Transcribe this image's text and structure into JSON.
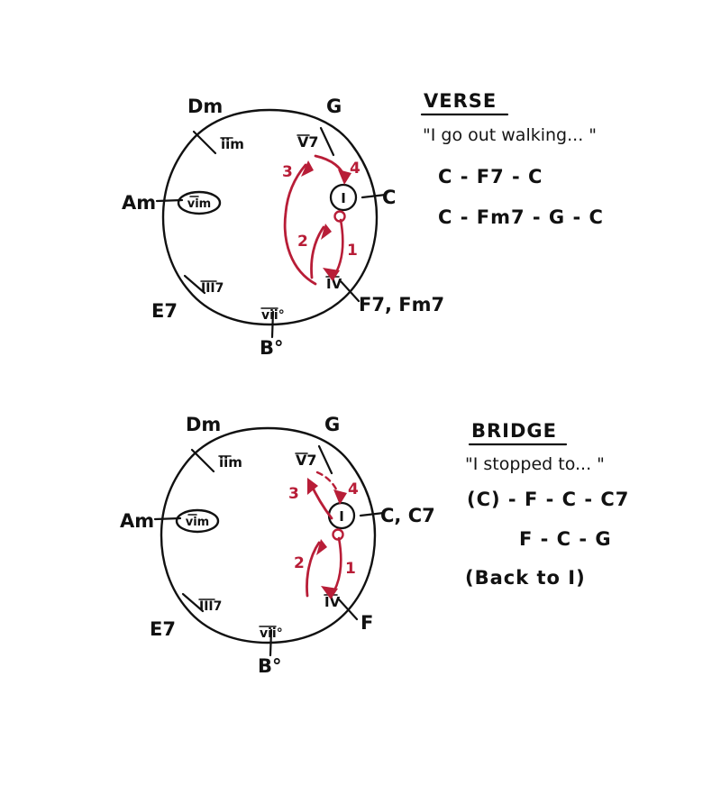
{
  "page": {
    "title": "Hand-drawn chord-wheel notes",
    "background_color": "#ffffff",
    "ink_color": "#111111",
    "accent_color": "#B81D37"
  },
  "sections": [
    {
      "id": "verse",
      "heading": "VERSE",
      "lyric": "\"I go out walking... \"",
      "progressions": [
        "C - F7 - C",
        "C - Fm7 - G - C"
      ],
      "wheel": {
        "degree_labels": [
          {
            "id": "ii",
            "text": "iim"
          },
          {
            "id": "V7",
            "text": "V7"
          },
          {
            "id": "I",
            "text": "I"
          },
          {
            "id": "IV",
            "text": "IV"
          },
          {
            "id": "vii",
            "text": "vii°"
          },
          {
            "id": "III7",
            "text": "III7"
          },
          {
            "id": "vi",
            "text": "vim"
          }
        ],
        "chord_labels": [
          {
            "id": "Dm",
            "text": "Dm"
          },
          {
            "id": "G",
            "text": "G"
          },
          {
            "id": "C",
            "text": "C"
          },
          {
            "id": "F",
            "text": "F7, Fm7"
          },
          {
            "id": "B",
            "text": "B°"
          },
          {
            "id": "E7",
            "text": "E7"
          },
          {
            "id": "Am",
            "text": "Am"
          }
        ],
        "arrows": [
          {
            "id": "1",
            "label": "1",
            "from": "I",
            "to": "IV",
            "style": "solid"
          },
          {
            "id": "2",
            "label": "2",
            "from": "IV",
            "to": "I",
            "style": "solid"
          },
          {
            "id": "3",
            "label": "3",
            "from": "IV",
            "to": "V7",
            "style": "solid"
          },
          {
            "id": "4",
            "label": "4",
            "from": "V7",
            "to": "I",
            "style": "solid"
          }
        ],
        "highlighted_degree": "vim"
      }
    },
    {
      "id": "bridge",
      "heading": "BRIDGE",
      "lyric": "\"I stopped to... \"",
      "progressions": [
        "(C) - F - C - C7",
        "F - C - G",
        "(Back to I)"
      ],
      "wheel": {
        "degree_labels": [
          {
            "id": "ii",
            "text": "iim"
          },
          {
            "id": "V7",
            "text": "V7"
          },
          {
            "id": "I",
            "text": "I"
          },
          {
            "id": "IV",
            "text": "IV"
          },
          {
            "id": "vii",
            "text": "vii°"
          },
          {
            "id": "III7",
            "text": "III7"
          },
          {
            "id": "vi",
            "text": "vim"
          }
        ],
        "chord_labels": [
          {
            "id": "Dm",
            "text": "Dm"
          },
          {
            "id": "G",
            "text": "G"
          },
          {
            "id": "C",
            "text": "C, C7"
          },
          {
            "id": "F",
            "text": "F"
          },
          {
            "id": "B",
            "text": "B°"
          },
          {
            "id": "E7",
            "text": "E7"
          },
          {
            "id": "Am",
            "text": "Am"
          }
        ],
        "arrows": [
          {
            "id": "1",
            "label": "1",
            "from": "I",
            "to": "IV",
            "style": "solid"
          },
          {
            "id": "2",
            "label": "2",
            "from": "IV",
            "to": "I",
            "style": "solid"
          },
          {
            "id": "3",
            "label": "3",
            "from": "IV",
            "to": "V7",
            "style": "solid"
          },
          {
            "id": "4",
            "label": "4",
            "from": "V7",
            "to": "I",
            "style": "dashed"
          }
        ],
        "highlighted_degree": "vim"
      }
    }
  ]
}
